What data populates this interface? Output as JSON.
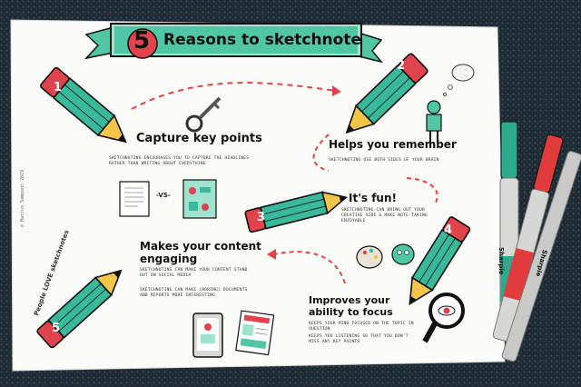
{
  "banner": {
    "number": "5",
    "title": "Reasons to sketchnote"
  },
  "reasons": [
    {
      "number": "1",
      "heading": "Capture key points",
      "body": "SKETCHNOTING ENCOURAGES YOU TO CAPTURE THE HEADLINES RATHER THAN WRITING ABOUT EVERYTHING"
    },
    {
      "number": "2",
      "heading": "Helps you remember",
      "body": "SKETCHNOTING USE BOTH SIDES OF YOUR BRAIN"
    },
    {
      "number": "3",
      "heading": "It's fun!",
      "body": "SKETCHNOTING CAN BRING OUT YOUR CREATIVE SIDE & MAKE NOTE-TAKING ENJOYABLE"
    },
    {
      "number": "4",
      "heading": "Improves your ability to focus",
      "body1": "KEEPS YOUR MIND FOCUSED ON THE TOPIC IN QUESTION",
      "body2": "KEEPS YOU LISTENING SO THAT YOU DON'T MISS ANY KEY POINTS"
    },
    {
      "number": "5",
      "heading": "Makes your content engaging",
      "body1": "SKETCHNOTING CAN MAKE YOUR CONTENT STAND OUT ON SOCIAL MEDIA",
      "body2": "SKETCHNOTING CAN MAKE (BORING) DOCUMENTS AND REPORTS MORE INTERESTING"
    }
  ],
  "vs_label": "-VS-",
  "people_love": "People LOVE sketchnotes",
  "side_credit": "© Marcus Sampson 2019",
  "marker_brand": "Sharpie",
  "colors": {
    "mint": "#4fc7a5",
    "mint_light": "#9fe3cf",
    "red": "#e0434b",
    "pencil_body": "#39b89a",
    "ink": "#151515",
    "paper": "#fbfbf8",
    "carpet": "#1f2a33"
  }
}
